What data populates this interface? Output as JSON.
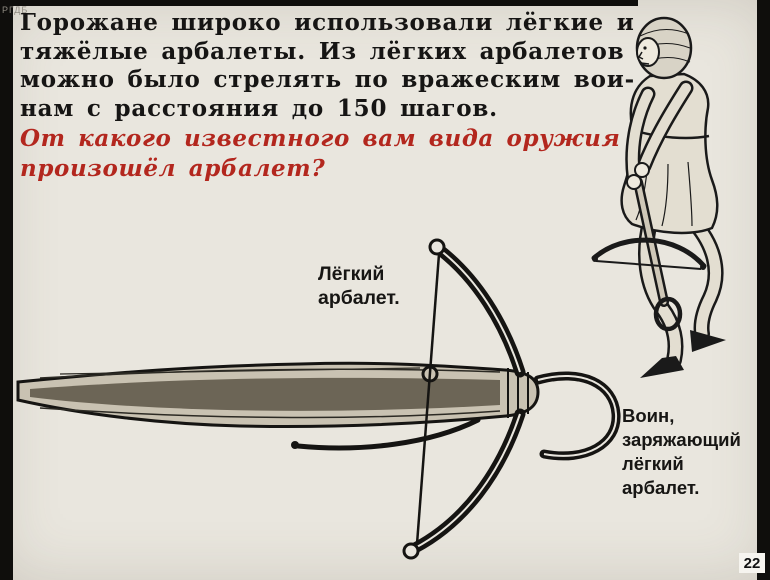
{
  "slide": {
    "background": "#e9e6de",
    "film_border": "#0f0e0c",
    "accent_red": "#b3271e",
    "text_black": "#161514"
  },
  "watermark": "РГДБ",
  "paragraph": {
    "lines": [
      "Горожане широко использовали лёгкие и",
      "тяжёлые арбалеты. Из лёгких арбалетов",
      "можно было стрелять по вражеским вои-",
      "нам с расстояния до 150 шагов."
    ]
  },
  "question": {
    "lines": [
      "От какого известного вам вида оружия",
      "произошёл арбалет?"
    ]
  },
  "labels": {
    "crossbow": [
      "Лёгкий",
      "арбалет."
    ],
    "warrior": [
      "Воин,",
      "заряжающий",
      "лёгкий",
      "арбалет."
    ]
  },
  "page_number": "22"
}
